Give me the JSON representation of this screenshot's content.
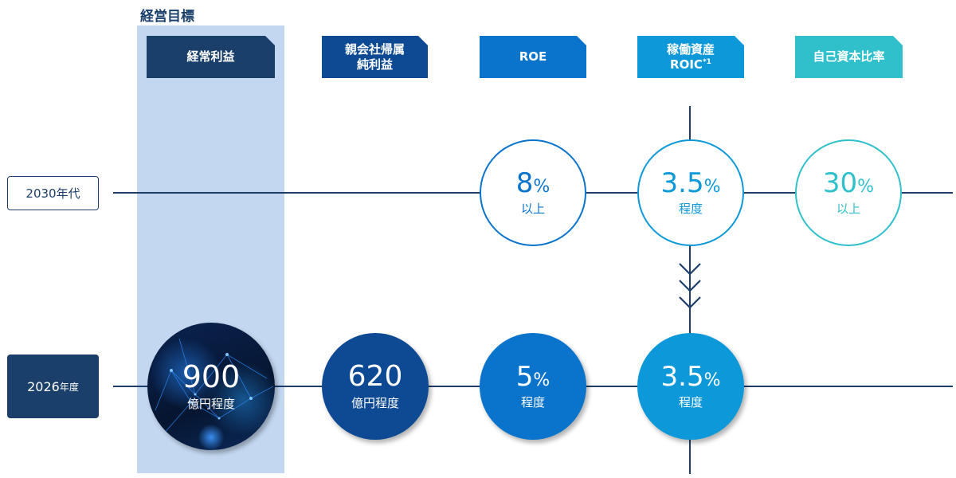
{
  "section_title": "経営目標",
  "tags": [
    {
      "label": "経常利益",
      "color": "#1b3f6b"
    },
    {
      "label": "親会社帰属\n純利益",
      "color": "#0d4a93"
    },
    {
      "label": "ROE",
      "color": "#0a74cc"
    },
    {
      "label": "稼働資産\nROIC",
      "sup": "*1",
      "color": "#0d99d9"
    },
    {
      "label": "自己資本比率",
      "color": "#2fc0cc"
    }
  ],
  "rows": {
    "row_2030": {
      "label": "2030年代",
      "items": [
        {
          "metric": "ROE",
          "value": "8",
          "unit": "%",
          "qualifier": "以上",
          "color": "#0a74cc"
        },
        {
          "metric": "稼働資産ROIC",
          "value": "3.5",
          "unit": "%",
          "qualifier": "程度",
          "color": "#0d99d9"
        },
        {
          "metric": "自己資本比率",
          "value": "30",
          "unit": "%",
          "qualifier": "以上",
          "color": "#2fc0cc"
        }
      ]
    },
    "row_2026": {
      "label": "2026",
      "label_suffix": "年度",
      "items": [
        {
          "metric": "経常利益",
          "value": "900",
          "unit": "",
          "qualifier": "億円程度",
          "color": "#0a2350"
        },
        {
          "metric": "親会社帰属純利益",
          "value": "620",
          "unit": "",
          "qualifier": "億円程度",
          "color": "#0d4a93"
        },
        {
          "metric": "ROE",
          "value": "5",
          "unit": "%",
          "qualifier": "程度",
          "color": "#0a74cc"
        },
        {
          "metric": "稼働資産ROIC",
          "value": "3.5",
          "unit": "%",
          "qualifier": "程度",
          "color": "#0d99d9"
        }
      ]
    }
  },
  "colors": {
    "line": "#1e3e6a",
    "highlight": "#c3d8f0",
    "row_label_2026_bg": "#1b3f6b"
  }
}
